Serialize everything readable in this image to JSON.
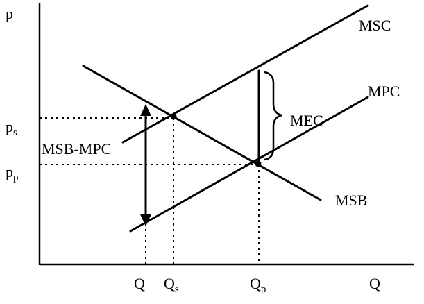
{
  "axes": {
    "y_label": "p",
    "x_label": "Q"
  },
  "curves": {
    "msc": "MSC",
    "mpc": "MPC",
    "msb": "MSB"
  },
  "annotations": {
    "mec": "MEC",
    "msb_minus_mpc": "MSB-MPC"
  },
  "y_ticks": {
    "ps_main": "p",
    "ps_sub": "s",
    "pp_main": "p",
    "pp_sub": "p"
  },
  "x_ticks": {
    "q": "Q",
    "qs_main": "Q",
    "qs_sub": "s",
    "qp_main": "Q",
    "qp_sub": "p"
  },
  "colors": {
    "ink": "#000000",
    "background": "#ffffff"
  }
}
